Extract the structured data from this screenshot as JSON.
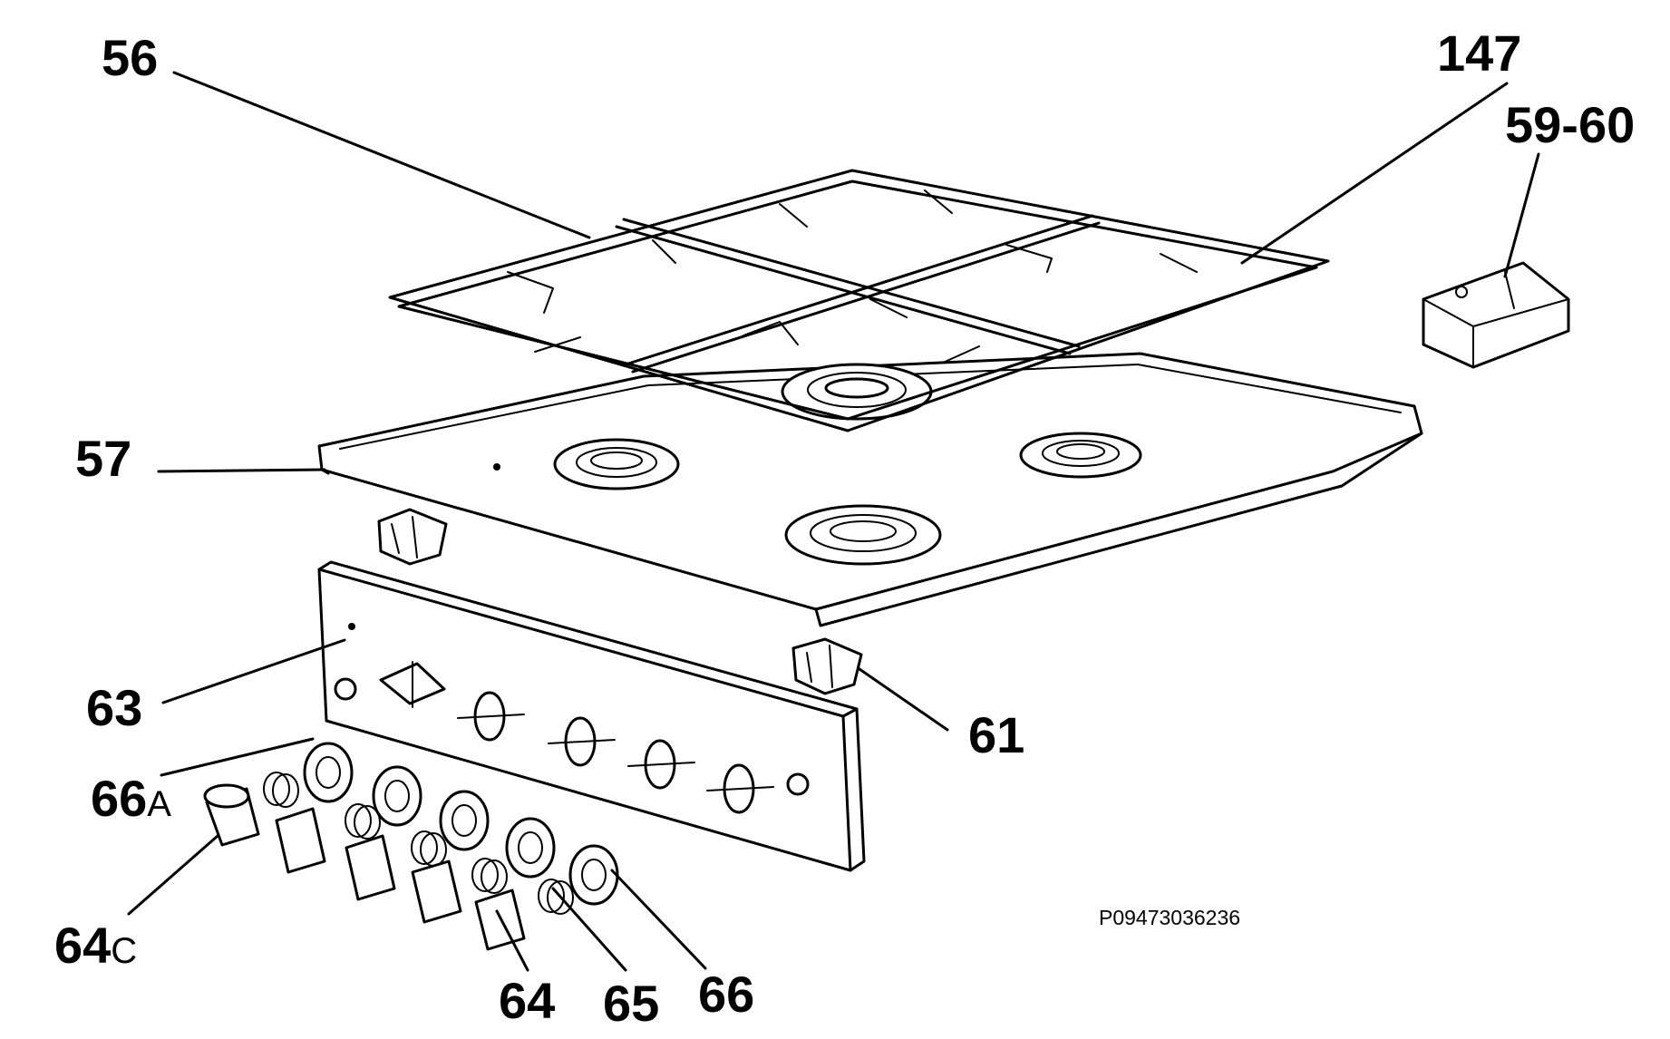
{
  "drawing": {
    "code": "P09473036236"
  },
  "callouts": {
    "c56": "56",
    "c147": "147",
    "c59_60": "59-60",
    "c57": "57",
    "c63": "63",
    "c61": "61",
    "c66a": {
      "num": "66",
      "suffix": "A"
    },
    "c64c": {
      "num": "64",
      "suffix": "C"
    },
    "c64": "64",
    "c65": "65",
    "c66": "66"
  }
}
